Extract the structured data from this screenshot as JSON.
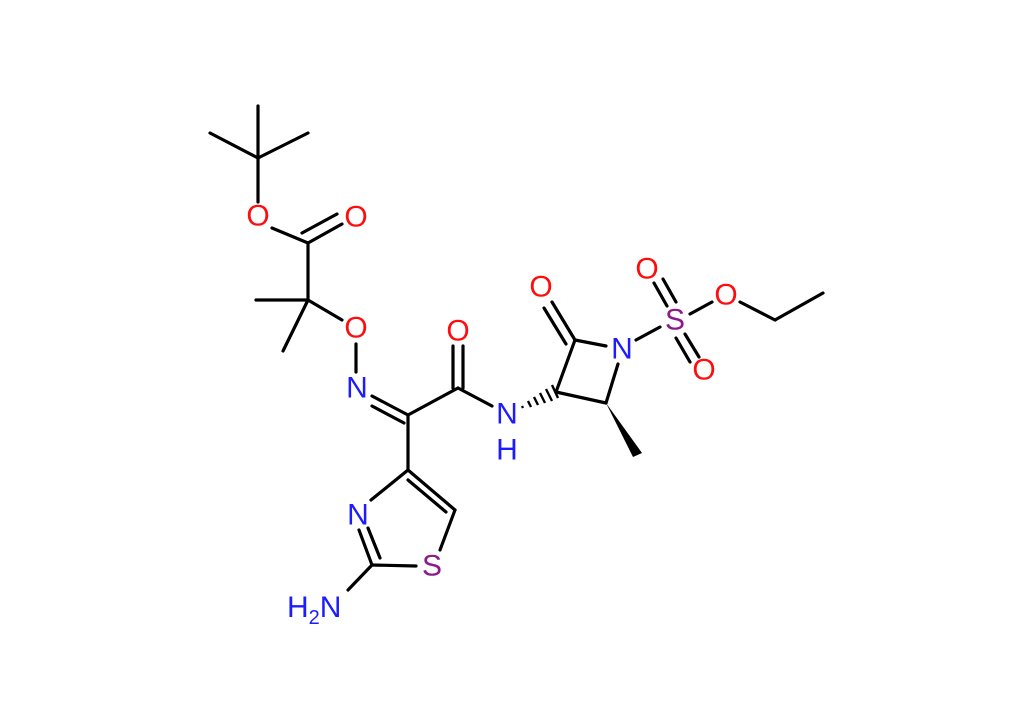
{
  "diagram": {
    "type": "chemical-structure",
    "colors": {
      "oxygen": "#ff0d0d",
      "nitrogen": "#1c1cff",
      "sulfur": "#8c1a8c",
      "bond": "#000000"
    },
    "labels": {
      "o_ester": "O",
      "o_carbonyl_ester": "O",
      "o_oxime": "O",
      "n_oxime": "N",
      "o_amide": "O",
      "n_amide": "N",
      "h_amide": "H",
      "o_lactam": "O",
      "n_lactam": "N",
      "s_sulfonyl": "S",
      "o_sulfonyl_1": "O",
      "o_sulfonyl_2": "O",
      "o_sulfonate": "O",
      "n_thiazole": "N",
      "s_thiazole": "S",
      "amine_h": "H",
      "amine_sub": "2",
      "amine_n": "N"
    }
  }
}
